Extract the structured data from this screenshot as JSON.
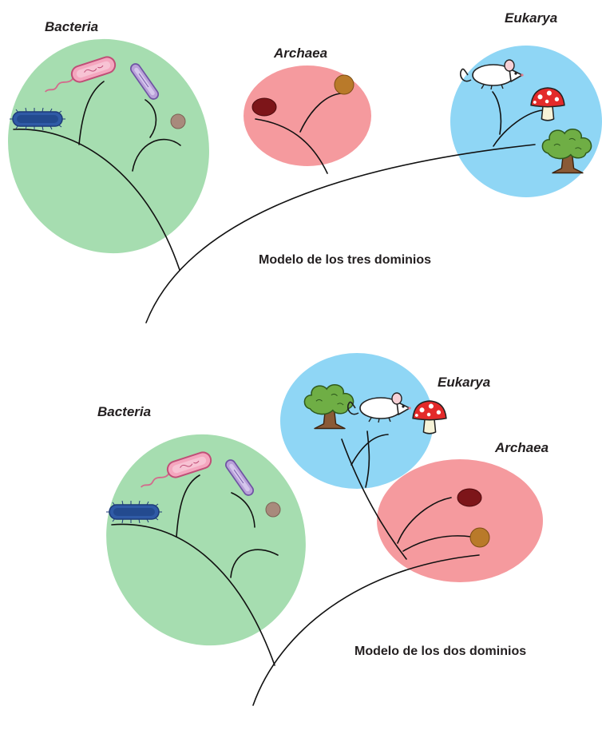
{
  "panels": {
    "three_domain": {
      "title": "Modelo de los tres dominios",
      "labels": {
        "bacteria": "Bacteria",
        "archaea": "Archaea",
        "eukarya": "Eukarya"
      }
    },
    "two_domain": {
      "title": "Modelo de los dos dominios",
      "labels": {
        "bacteria": "Bacteria",
        "archaea": "Archaea",
        "eukarya": "Eukarya"
      }
    }
  },
  "colors": {
    "bacteria_region": "#a6ddb0",
    "archaea_region": "#f59a9e",
    "eukarya_region": "#8fd6f5",
    "branch_line": "#111111",
    "text": "#231f20"
  },
  "icons": [
    "rod-bacterium-icon",
    "flagellated-bacterium-icon",
    "curved-bacterium-icon",
    "coccus-icon",
    "archaeon-dark-red-icon",
    "archaeon-brown-icon",
    "mouse-icon",
    "mushroom-icon",
    "tree-icon"
  ]
}
